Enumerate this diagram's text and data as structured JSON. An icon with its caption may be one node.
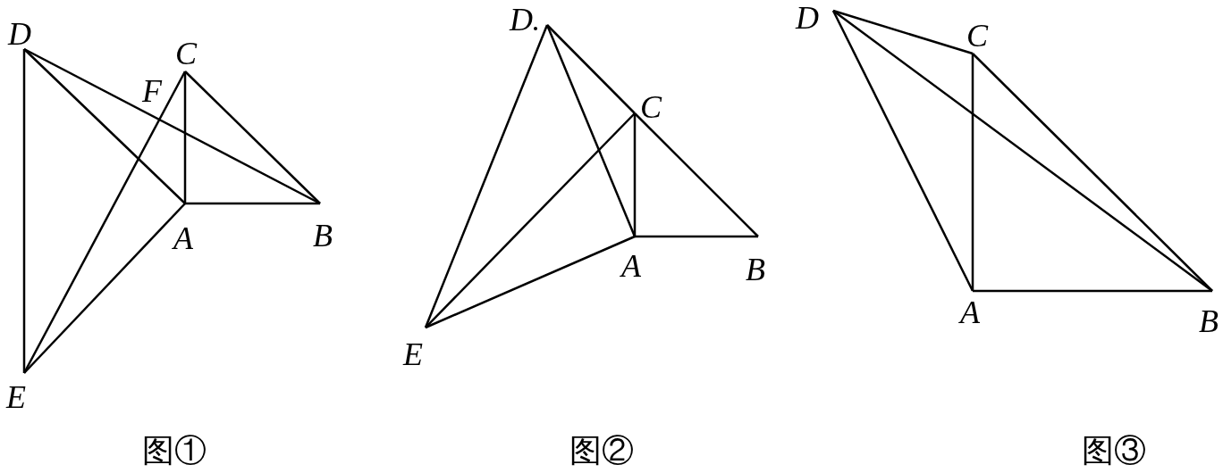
{
  "diagram": {
    "nodes": [
      {
        "text": [
          "D"
        ]
      },
      {
        "text": [
          "C"
        ]
      },
      {
        "text": [
          "A"
        ]
      },
      {
        "text": [
          "B"
        ]
      },
      {
        "text": [
          "E"
        ]
      },
      {
        "text": [
          "D"
        ]
      },
      {
        "text": [
          "C"
        ]
      },
      {
        "text": [
          "A"
        ]
      },
      {
        "text": [
          "B"
        ]
      },
      {
        "text": [
          "E"
        ]
      },
      {
        "text": [
          "D"
        ]
      },
      {
        "text": [
          "C"
        ]
      },
      {
        "text": [
          "A"
        ]
      },
      {
        "text": [
          "B"
        ]
      }
    ],
    "edges": [
      {
        "from": 0,
        "to": 4,
        "arrow": "none"
      },
      {
        "from": 0,
        "to": 2,
        "arrow": "none"
      },
      {
        "from": 0,
        "to": 3,
        "arrow": "none"
      },
      {
        "from": 1,
        "to": 2,
        "arrow": "none"
      },
      {
        "from": 1,
        "to": 3,
        "arrow": "none"
      },
      {
        "from": 2,
        "to": 3,
        "arrow": "none"
      },
      {
        "from": 4,
        "to": 1,
        "arrow": "none"
      },
      {
        "from": 4,
        "to": 2,
        "arrow": "none"
      },
      {
        "from": 5,
        "to": 9,
        "arrow": "none"
      },
      {
        "from": 5,
        "to": 7,
        "arrow": "none"
      },
      {
        "from": 5,
        "to": 6,
        "arrow": "none"
      },
      {
        "from": 6,
        "to": 8,
        "arrow": "none"
      },
      {
        "from": 6,
        "to": 7,
        "arrow": "none"
      },
      {
        "from": 7,
        "to": 8,
        "arrow": "none"
      },
      {
        "from": 9,
        "to": 6,
        "arrow": "none"
      },
      {
        "from": 9,
        "to": 7,
        "arrow": "none"
      },
      {
        "from": 10,
        "to": 11,
        "arrow": "none"
      },
      {
        "from": 10,
        "to": 12,
        "arrow": "none"
      },
      {
        "from": 10,
        "to": 13,
        "arrow": "none"
      },
      {
        "from": 11,
        "to": 12,
        "arrow": "none"
      },
      {
        "from": 11,
        "to": 13,
        "arrow": "none"
      },
      {
        "from": 12,
        "to": 13,
        "arrow": "none"
      }
    ],
    "labels": [
      "F",
      "图①",
      "图②",
      "图③"
    ]
  }
}
